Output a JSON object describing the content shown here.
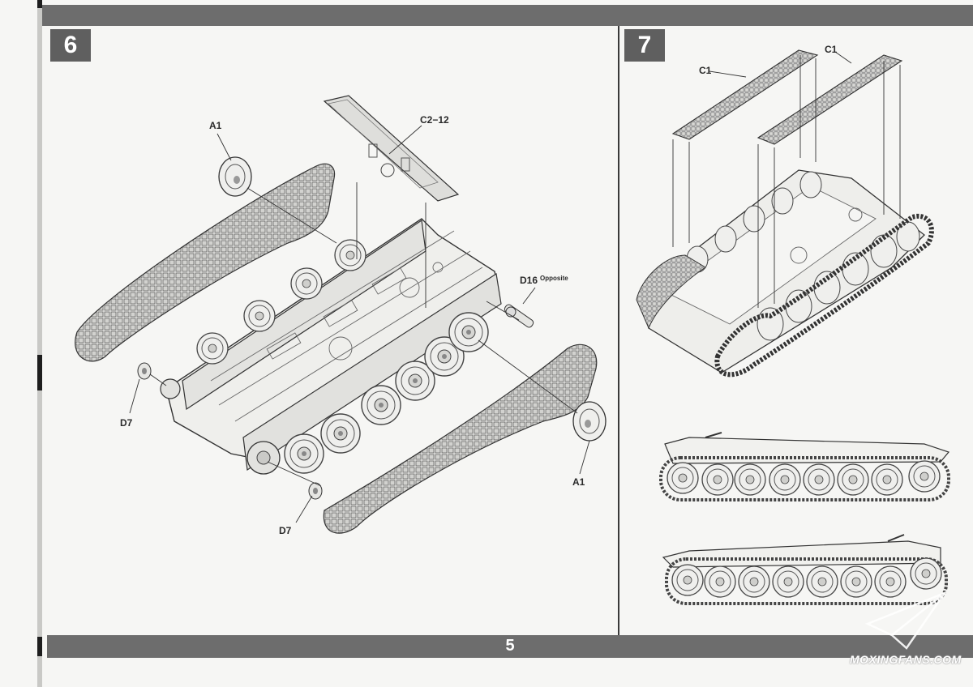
{
  "page": {
    "number": "5"
  },
  "step6": {
    "badge": "6",
    "labels": {
      "a1_top": "A1",
      "c2": "C2−12",
      "d16": "D16",
      "d16_note": "Opposite",
      "d7_left": "D7",
      "d7_bottom": "D7",
      "a1_right": "A1"
    }
  },
  "step7": {
    "badge": "7",
    "labels": {
      "c1_left": "C1",
      "c1_right": "C1"
    }
  },
  "watermark": "MOXINGFANS.COM"
}
